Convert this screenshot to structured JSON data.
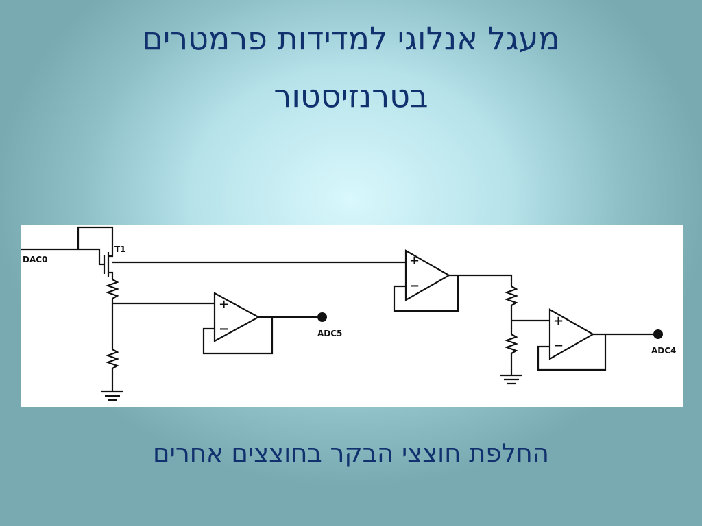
{
  "title": {
    "line1": "מעגל אנלוגי למדידות פרמטרים",
    "line2": "בטרנזיסטור"
  },
  "diagram": {
    "labels": {
      "input": "DAC0",
      "transistor": "T1",
      "output1": "ADC5",
      "output2": "ADC4"
    },
    "opamp_signs": {
      "plus": "+",
      "minus": "−"
    }
  },
  "caption": "החלפת חוצצי הבקר בחוצצים אחרים",
  "colors": {
    "text": "#10306e",
    "panel": "#ffffff",
    "wire": "#111111"
  }
}
